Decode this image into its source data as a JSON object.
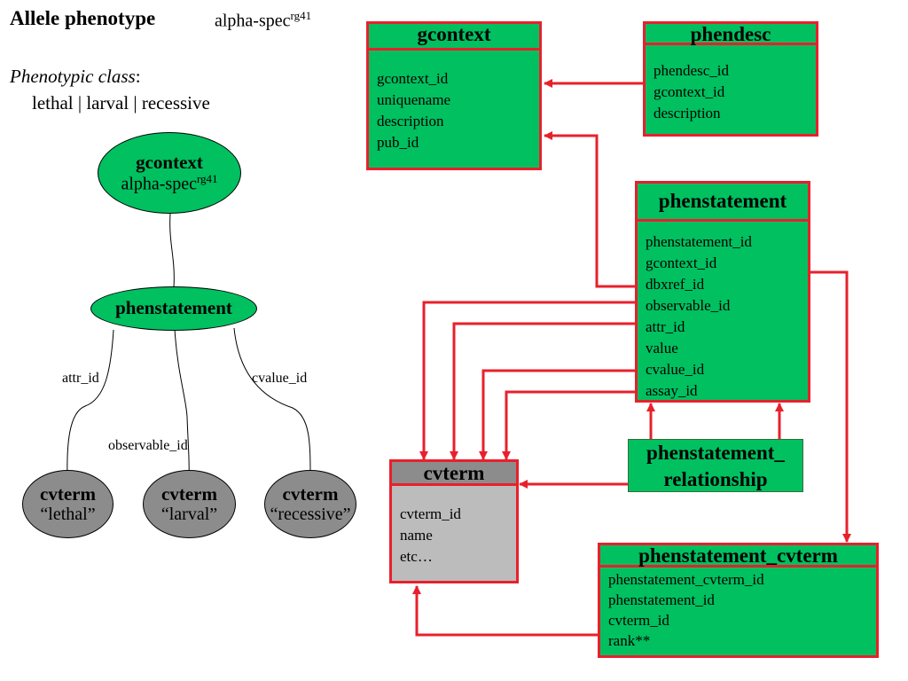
{
  "header": {
    "title": "Allele phenotype",
    "allele_base": "alpha-spec",
    "allele_sup": "rg41",
    "class_label": "Phenotypic class",
    "class_colon": ":",
    "class_values": "lethal | larval | recessive"
  },
  "tree": {
    "gcontext": {
      "title": "gcontext",
      "sub_base": "alpha-spec",
      "sub_sup": "rg41"
    },
    "phenstatement": {
      "title": "phenstatement"
    },
    "edges": {
      "attr": "attr_id",
      "observable": "observable_id",
      "cvalue": "cvalue_id"
    },
    "cvterms": [
      {
        "title": "cvterm",
        "value": "“lethal”"
      },
      {
        "title": "cvterm",
        "value": "“larval”"
      },
      {
        "title": "cvterm",
        "value": "“recessive”"
      }
    ]
  },
  "tables": {
    "gcontext": {
      "name": "gcontext",
      "fields": [
        "gcontext_id",
        "uniquename",
        "description",
        "pub_id"
      ]
    },
    "phendesc": {
      "name": "phendesc",
      "fields": [
        "phendesc_id",
        "gcontext_id",
        "description"
      ]
    },
    "phenstatement": {
      "name": "phenstatement",
      "fields": [
        "phenstatement_id",
        "gcontext_id",
        "dbxref_id",
        "observable_id",
        "attr_id",
        "value",
        "cvalue_id",
        "assay_id"
      ]
    },
    "cvterm": {
      "name": "cvterm",
      "fields": [
        "cvterm_id",
        "name",
        "etc…"
      ]
    },
    "phenstatement_relationship": {
      "line1": "phenstatement_",
      "line2": "relationship"
    },
    "phenstatement_cvterm": {
      "name": "phenstatement_cvterm",
      "fields": [
        "phenstatement_cvterm_id",
        "phenstatement_id",
        "cvterm_id",
        "rank**"
      ]
    }
  },
  "colors": {
    "table_fill": "#00c060",
    "table_border": "#e8202c",
    "cvterm_fill": "#bcbcbc",
    "ellipse_grey": "#8c8c8c",
    "arrow": "#e8202c"
  }
}
